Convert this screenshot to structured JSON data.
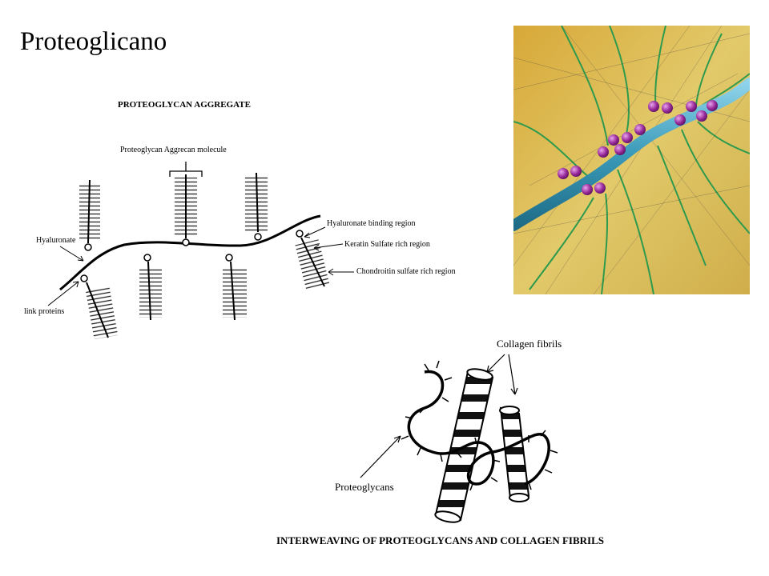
{
  "slide": {
    "title": "Proteoglicano"
  },
  "aggregate": {
    "heading": "PROTEOGLYCAN AGGREGATE",
    "labels": {
      "aggrecan": "Proteoglycan Aggrecan molecule",
      "hyaluronate": "Hyaluronate",
      "link_proteins": "link proteins",
      "hyaluronate_binding": "Hyaluronate binding region",
      "keratin": "Keratin Sulfate rich region",
      "chondroitin": "Chondroitin sulfate rich region"
    }
  },
  "interweave": {
    "collagen_label": "Collagen fibrils",
    "proteoglycans_label": "Proteoglycans",
    "caption": "INTERWEAVING OF PROTEOGLYCANS AND COLLAGEN FIBRILS"
  },
  "colors": {
    "background": "#ffffff",
    "illustration_bg": "#d9b84a",
    "strand": "#3a9ab8",
    "bead": "#9a2c9c",
    "branch": "#2e9a4e"
  }
}
